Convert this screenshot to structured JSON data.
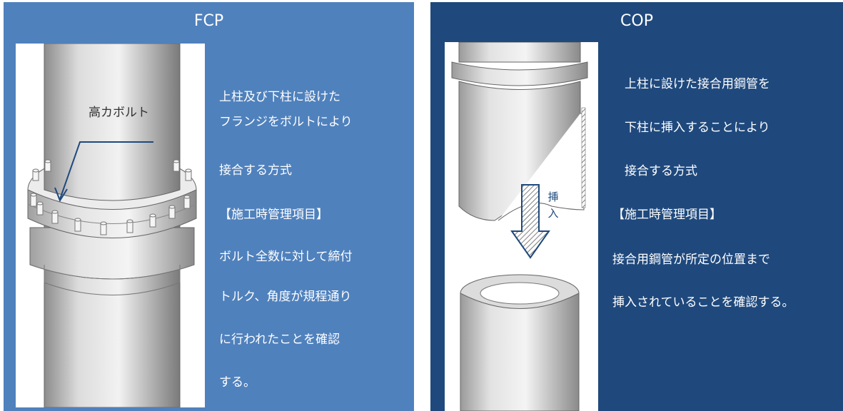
{
  "fcp": {
    "title": "FCP",
    "bolt_label": "高カボルト",
    "lines": [
      "上柱及び下柱に設けた",
      "フランジをボルトにより",
      "接合する方式",
      "【施工時管理項目】",
      "ボルト全数に対して締付",
      "トルク、角度が規程通り",
      "に行われたことを確認",
      "する。"
    ]
  },
  "cop": {
    "title": "COP",
    "insert_label": "挿入",
    "lines": [
      "上柱に設けた接合用鋼管を",
      "下柱に挿入することにより",
      "接合する方式",
      "【施工時管理項目】",
      "接合用鋼管が所定の位置まで",
      "挿入されていることを確認する。"
    ]
  },
  "colors": {
    "fcp_panel": "#4f81bd",
    "cop_panel": "#1f497d",
    "text": "#ffffff",
    "arrow": "#1f497d"
  }
}
